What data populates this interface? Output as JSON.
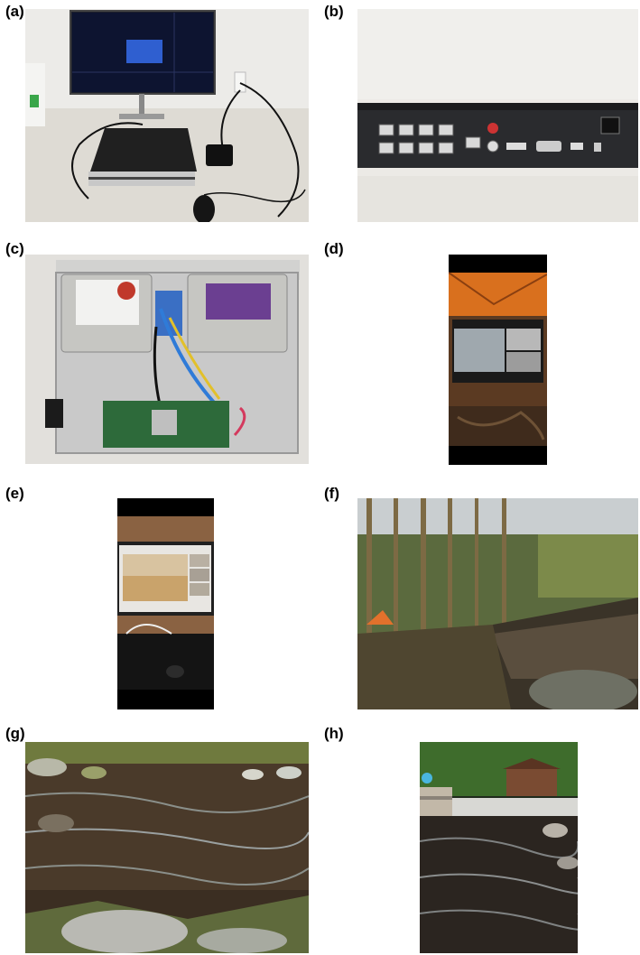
{
  "labels": {
    "a": "(a)",
    "b": "(b)",
    "c": "(c)",
    "d": "(d)",
    "e": "(e)",
    "f": "(f)",
    "g": "(g)",
    "h": "(h)"
  },
  "panels": [
    {
      "id": "a",
      "depicts": "nvr-recorder-on-desk-with-monitor"
    },
    {
      "id": "b",
      "depicts": "nvr-rear-panel-ports"
    },
    {
      "id": "c",
      "depicts": "nvr-opened-with-hard-drives"
    },
    {
      "id": "d",
      "depicts": "monitor-in-tent-showing-camera-feeds"
    },
    {
      "id": "e",
      "depicts": "monitor-in-cabin-showing-camera-feeds"
    },
    {
      "id": "f",
      "depicts": "river-with-forest-and-tent"
    },
    {
      "id": "g",
      "depicts": "river-rapids-with-rocks"
    },
    {
      "id": "h",
      "depicts": "river-weir-with-cabin"
    }
  ]
}
